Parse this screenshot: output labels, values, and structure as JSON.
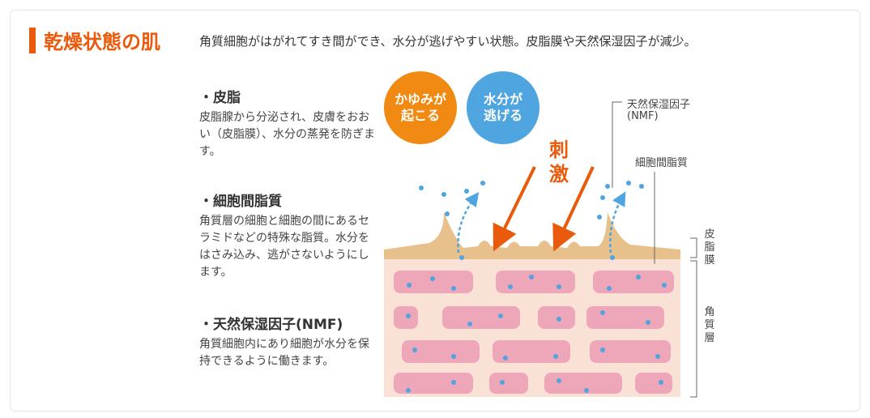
{
  "header": {
    "title": "乾燥状態の肌",
    "subtitle": "角質細胞がはがれてすき間ができ、水分が逃げやすい状態。皮脂膜や天然保湿因子が減少。"
  },
  "items": [
    {
      "heading": "・皮脂",
      "text": "皮脂腺から分泌され、皮膚をおおい（皮脂膜）、水分の蒸発を防ぎます。"
    },
    {
      "heading": "・細胞間脂質",
      "text": "角質層の細胞と細胞の間にあるセラミドなどの特殊な脂質。水分をはさみ込み、逃がさないようにします。"
    },
    {
      "heading": "・天然保湿因子(NMF)",
      "text": "角質細胞内にあり細胞が水分を保持できるように働きます。"
    }
  ],
  "bubbles": {
    "itch_line1": "かゆみが",
    "itch_line2": "起こる",
    "water_line1": "水分が",
    "water_line2": "逃げる"
  },
  "stimulus": "刺激",
  "labels": {
    "nmf_line1": "天然保湿因子",
    "nmf_line2": "(NMF)",
    "lipid": "細胞間脂質",
    "sebum_film": "皮脂膜",
    "stratum": "角質層"
  },
  "colors": {
    "accent": "#e95a0c",
    "orange_bubble": "#f08a12",
    "blue_bubble": "#4ea5e0",
    "cell": "#eea6b9",
    "skin": "#f9e1d5",
    "sebum": "#e8c08c",
    "water": "#4ea5e0"
  }
}
